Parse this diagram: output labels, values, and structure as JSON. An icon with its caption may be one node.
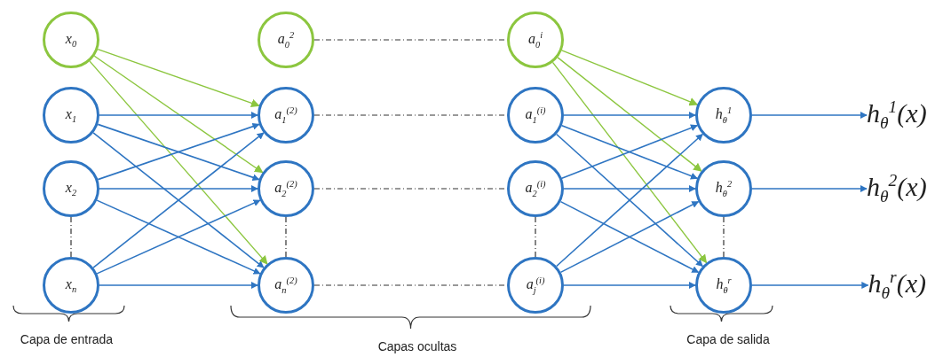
{
  "diagram": {
    "nodes": [
      {
        "text": [
          "x$_{0}$"
        ]
      },
      {
        "text": [
          "x$_{1}$"
        ]
      },
      {
        "text": [
          "x$_{2}$"
        ]
      },
      {
        "text": [
          "x$_{n}$"
        ]
      },
      {
        "text": [
          "a$_{0}$$^{2}$"
        ]
      },
      {
        "text": [
          "a$_{1}$$^{(2)}$"
        ]
      },
      {
        "text": [
          "a$_{2}$$^{(2)}$"
        ]
      },
      {
        "text": [
          "a$_{n}$$^{(2)}$"
        ]
      },
      {
        "text": [
          "a$_{0}$$^{i}$"
        ]
      },
      {
        "text": [
          "a$_{1}$$^{(i)}$"
        ]
      },
      {
        "text": [
          "a$_{2}$$^{(i)}$"
        ]
      },
      {
        "text": [
          "a$_{j}$$^{(i)}$"
        ]
      },
      {
        "text": [
          "h$_{θ}$$^{1}$"
        ]
      },
      {
        "text": [
          "h$_{θ}$$^{2}$"
        ]
      },
      {
        "text": [
          "h$_{θ}$$^{r}$"
        ]
      },
      {
        "text": [
          "h$_{θ}$$^{1}$(x)"
        ]
      },
      {
        "text": [
          "h$_{θ}$$^{2}$(x)"
        ]
      },
      {
        "text": [
          "h$_{θ}$$^{r}$(x)"
        ]
      }
    ],
    "edges": [
      {
        "from": 0,
        "to": 5,
        "arrow": "to",
        "color": "#8cc63f"
      },
      {
        "from": 0,
        "to": 6,
        "arrow": "to",
        "color": "#8cc63f"
      },
      {
        "from": 0,
        "to": 7,
        "arrow": "to",
        "color": "#8cc63f"
      },
      {
        "from": 1,
        "to": 5,
        "arrow": "to"
      },
      {
        "from": 1,
        "to": 6,
        "arrow": "to"
      },
      {
        "from": 1,
        "to": 7,
        "arrow": "to"
      },
      {
        "from": 2,
        "to": 5,
        "arrow": "to"
      },
      {
        "from": 2,
        "to": 6,
        "arrow": "to"
      },
      {
        "from": 2,
        "to": 7,
        "arrow": "to"
      },
      {
        "from": 3,
        "to": 5,
        "arrow": "to"
      },
      {
        "from": 3,
        "to": 6,
        "arrow": "to"
      },
      {
        "from": 3,
        "to": 7,
        "arrow": "to"
      },
      {
        "from": 8,
        "to": 12,
        "arrow": "to",
        "color": "#8cc63f"
      },
      {
        "from": 8,
        "to": 13,
        "arrow": "to",
        "color": "#8cc63f"
      },
      {
        "from": 8,
        "to": 14,
        "arrow": "to",
        "color": "#8cc63f"
      },
      {
        "from": 9,
        "to": 12,
        "arrow": "to"
      },
      {
        "from": 9,
        "to": 13,
        "arrow": "to"
      },
      {
        "from": 9,
        "to": 14,
        "arrow": "to"
      },
      {
        "from": 10,
        "to": 12,
        "arrow": "to"
      },
      {
        "from": 10,
        "to": 13,
        "arrow": "to"
      },
      {
        "from": 10,
        "to": 14,
        "arrow": "to"
      },
      {
        "from": 11,
        "to": 12,
        "arrow": "to"
      },
      {
        "from": 11,
        "to": 13,
        "arrow": "to"
      },
      {
        "from": 11,
        "to": 14,
        "arrow": "to"
      },
      {
        "from": 12,
        "to": 15,
        "arrow": "to"
      },
      {
        "from": 13,
        "to": 16,
        "arrow": "to"
      },
      {
        "from": 14,
        "to": 17,
        "arrow": "to"
      },
      {
        "from": 4,
        "to": 8,
        "arrow": "none",
        "style": "dashed",
        "color": "#333333"
      },
      {
        "from": 5,
        "to": 9,
        "arrow": "none",
        "style": "dashed",
        "color": "#333333"
      },
      {
        "from": 6,
        "to": 10,
        "arrow": "none",
        "style": "dashed",
        "color": "#333333"
      },
      {
        "from": 7,
        "to": 11,
        "arrow": "none",
        "style": "dashed",
        "color": "#333333"
      },
      {
        "from": 2,
        "to": 3,
        "arrow": "none",
        "style": "dashed",
        "color": "#333333"
      },
      {
        "from": 6,
        "to": 7,
        "arrow": "none",
        "style": "dashed",
        "color": "#333333"
      },
      {
        "from": 10,
        "to": 11,
        "arrow": "none",
        "style": "dashed",
        "color": "#333333"
      },
      {
        "from": 13,
        "to": 14,
        "arrow": "none",
        "style": "dashed",
        "color": "#333333"
      }
    ],
    "labels": [
      "Capa de entrada",
      "Capas ocultas",
      "Capa de salida"
    ]
  }
}
